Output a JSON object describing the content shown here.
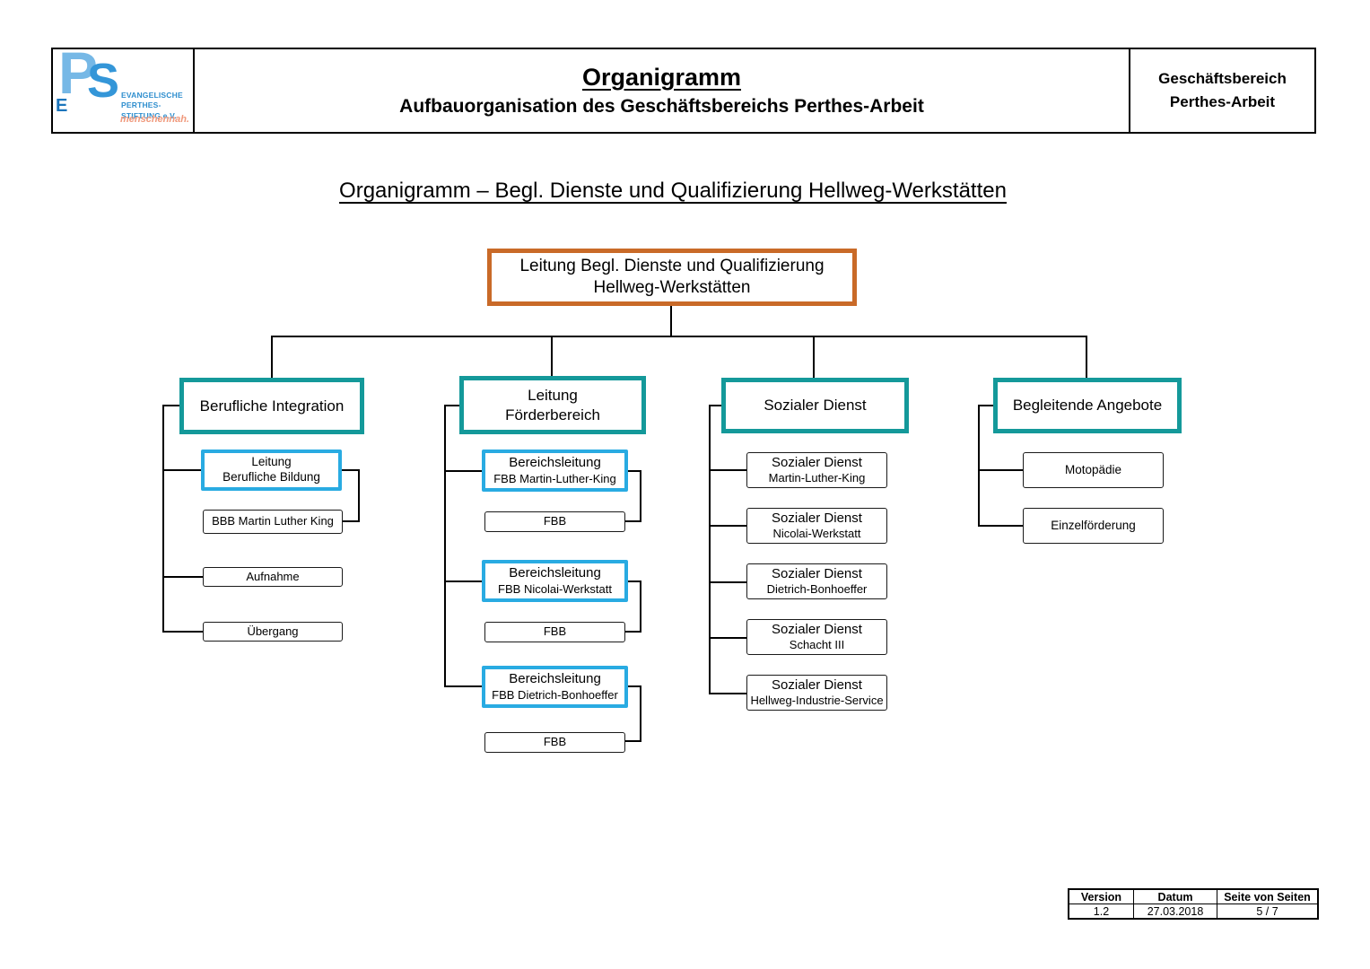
{
  "header": {
    "logo": {
      "monogram_p": "P",
      "monogram_s": "S",
      "monogram_e": "E",
      "org_line1": "EVANGELISCHE",
      "org_line2": "PERTHES-STIFTUNG e.V.",
      "tagline": "menschennah."
    },
    "title": "Organigramm",
    "subtitle": "Aufbauorganisation des Geschäftsbereichs Perthes-Arbeit",
    "unit": {
      "line1": "Geschäftsbereich",
      "line2": "Perthes-Arbeit"
    }
  },
  "chart": {
    "title": "Organigramm – Begl. Dienste und Qualifizierung Hellweg-Werkstätten",
    "root": {
      "line1": "Leitung Begl. Dienste und Qualifizierung",
      "line2": "Hellweg-Werkstätten"
    },
    "col1": {
      "head": "Berufliche Integration",
      "leitung": {
        "line1": "Leitung",
        "line2": "Berufliche Bildung"
      },
      "items": [
        "BBB Martin Luther King",
        "Aufnahme",
        "Übergang"
      ]
    },
    "col2": {
      "head": {
        "line1": "Leitung",
        "line2": "Förderbereich"
      },
      "units": [
        {
          "line1": "Bereichsleitung",
          "line2": "FBB Martin-Luther-King",
          "sub": "FBB"
        },
        {
          "line1": "Bereichsleitung",
          "line2": "FBB Nicolai-Werkstatt",
          "sub": "FBB"
        },
        {
          "line1": "Bereichsleitung",
          "line2": "FBB Dietrich-Bonhoeffer",
          "sub": "FBB"
        }
      ]
    },
    "col3": {
      "head": "Sozialer Dienst",
      "units": [
        {
          "line1": "Sozialer Dienst",
          "line2": "Martin-Luther-King"
        },
        {
          "line1": "Sozialer Dienst",
          "line2": "Nicolai-Werkstatt"
        },
        {
          "line1": "Sozialer Dienst",
          "line2": "Dietrich-Bonhoeffer"
        },
        {
          "line1": "Sozialer Dienst",
          "line2": "Schacht III"
        },
        {
          "line1": "Sozialer Dienst",
          "line2": "Hellweg-Industrie-Service"
        }
      ]
    },
    "col4": {
      "head": "Begleitende Angebote",
      "units": [
        "Motopädie",
        "Einzelförderung"
      ]
    }
  },
  "footer_table": {
    "headers": [
      "Version",
      "Datum",
      "Seite von Seiten"
    ],
    "values": [
      "1.2",
      "27.03.2018",
      "5 / 7"
    ]
  },
  "colors": {
    "root_border": "#C96A28",
    "branch_border": "#14999A",
    "leader_border": "#29ABE2",
    "logo_blue": "#2E8ECE",
    "logo_light_blue": "#76B8E6",
    "logo_mid_blue": "#3496D8",
    "logo_dark_blue": "#1B75BC",
    "tagline_orange": "#F0997C"
  }
}
